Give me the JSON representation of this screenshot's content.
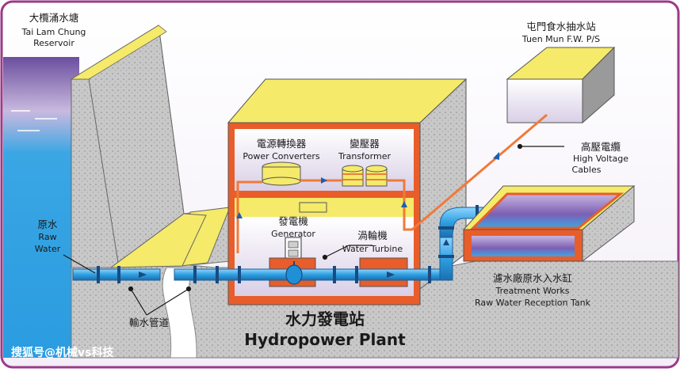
{
  "labels": {
    "reservoir_zh": "大欖涌水塘",
    "reservoir_en1": "Tai Lam Chung",
    "reservoir_en2": "Reservoir",
    "pumping_zh": "屯門食水抽水站",
    "pumping_en": "Tuen Mun F.W. P/S",
    "converters_zh": "電源轉換器",
    "converters_en": "Power Converters",
    "transformer_zh": "變壓器",
    "transformer_en": "Transformer",
    "cables_zh": "高壓電纜",
    "cables_en1": "High Voltage",
    "cables_en2": "Cables",
    "raw_water_zh": "原水",
    "raw_water_en1": "Raw",
    "raw_water_en2": "Water",
    "generator_zh": "發電機",
    "generator_en": "Generator",
    "turbine_zh": "渦輪機",
    "turbine_en": "Water Turbine",
    "tank_zh": "濾水廠原水入水缸",
    "tank_en1": "Treatment Works",
    "tank_en2": "Raw Water Reception Tank",
    "pipe_zh": "輸水管道",
    "plant_zh": "水力發電站",
    "plant_en": "Hydropower Plant"
  },
  "watermark": "搜狐号@机械vs科技",
  "colors": {
    "border": "#9b3a8a",
    "water": "#35a9e6",
    "pipe": "#2e9fe0",
    "building_red": "#e85d2a",
    "roof_yellow": "#f5ea6a",
    "concrete": "#c9c9c9",
    "cable": "#f07a3a"
  }
}
